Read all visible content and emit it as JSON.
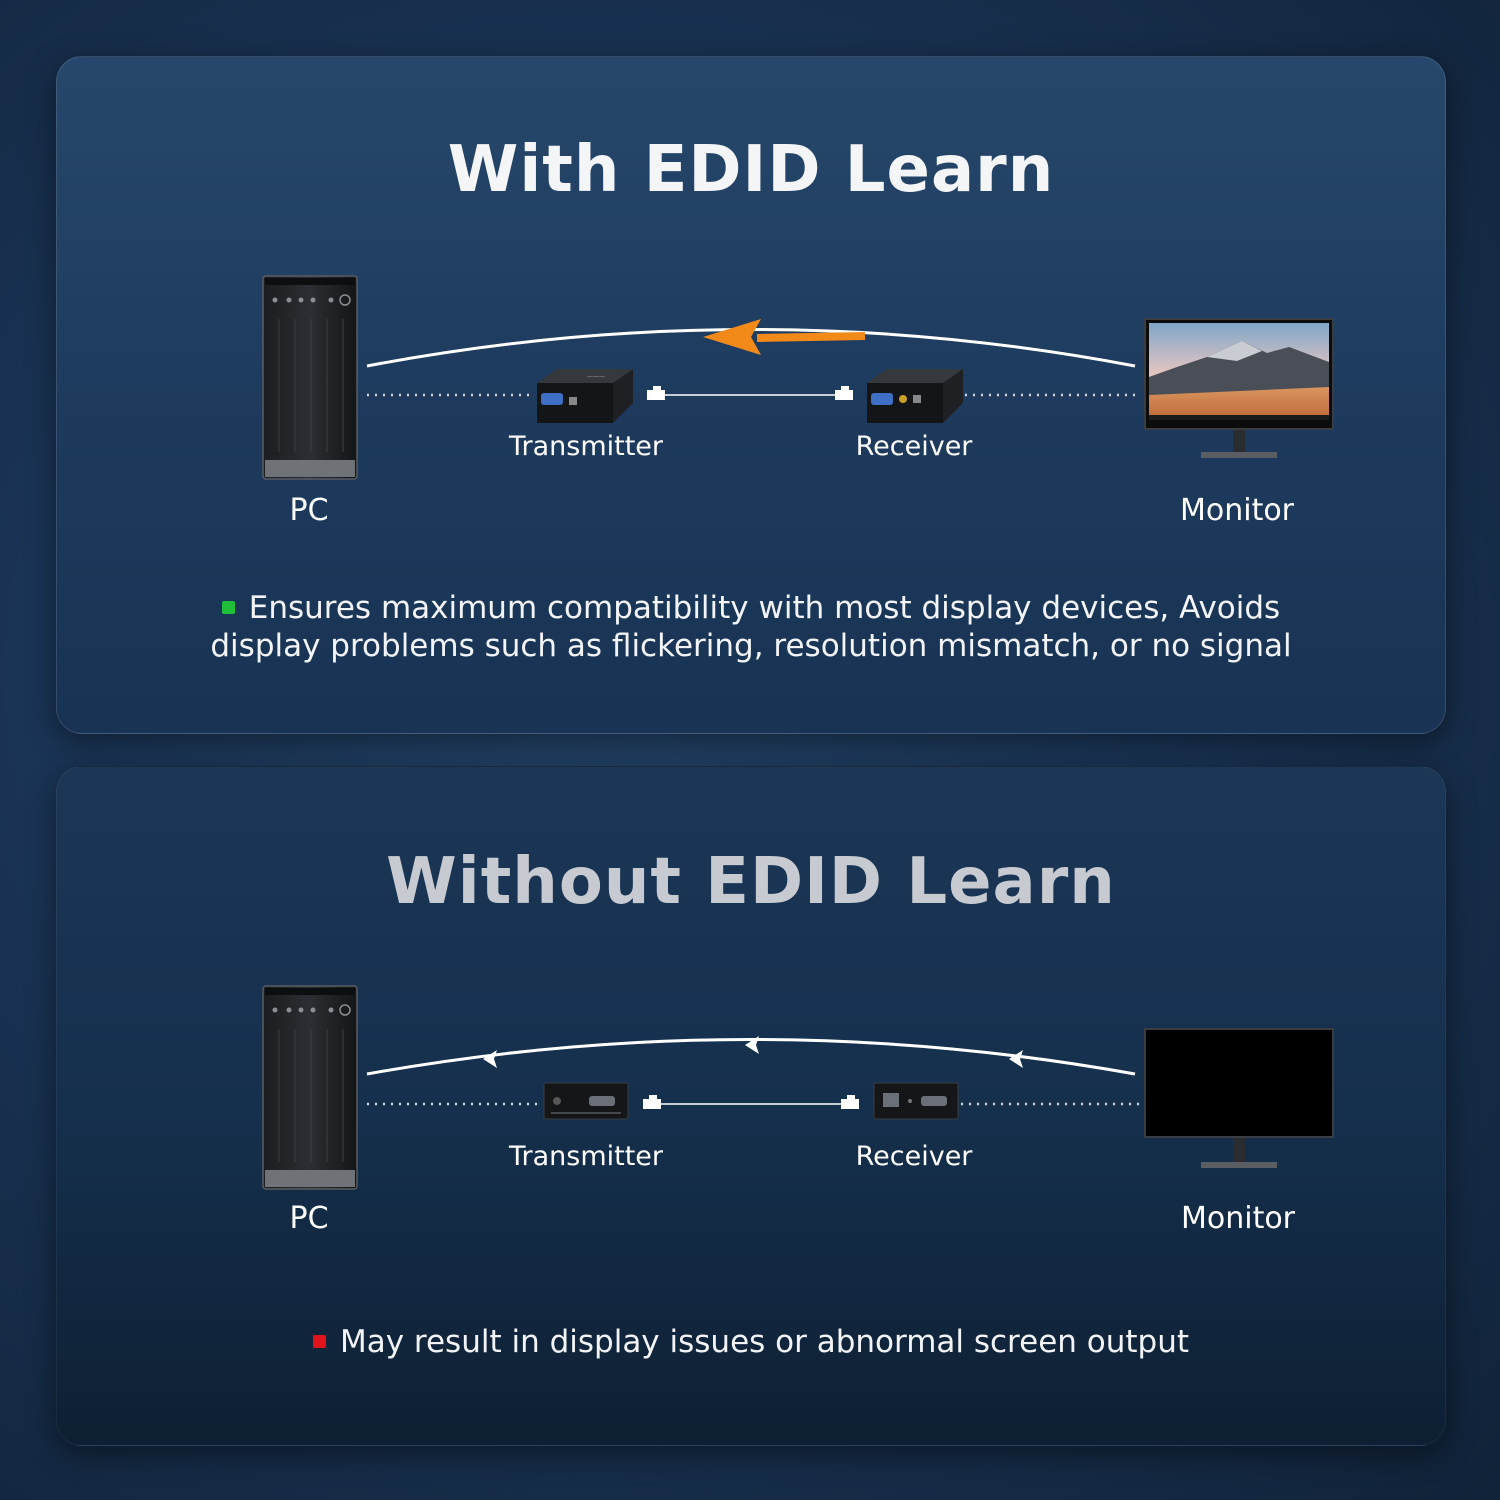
{
  "with_edid": {
    "title": "With EDID Learn",
    "devices": {
      "pc": "PC",
      "transmitter": "Transmitter",
      "receiver": "Receiver",
      "monitor": "Monitor"
    },
    "note": "Ensures maximum compatibility with most display devices, Avoids display problems such as flickering, resolution mismatch, or no signal",
    "bullet_color": "#1fbf3a",
    "arrow_color": "#f28a1a"
  },
  "without_edid": {
    "title": "Without EDID Learn",
    "devices": {
      "pc": "PC",
      "transmitter": "Transmitter",
      "receiver": "Receiver",
      "monitor": "Monitor"
    },
    "note": "May result in display issues or abnormal screen output",
    "bullet_color": "#e0141a"
  }
}
